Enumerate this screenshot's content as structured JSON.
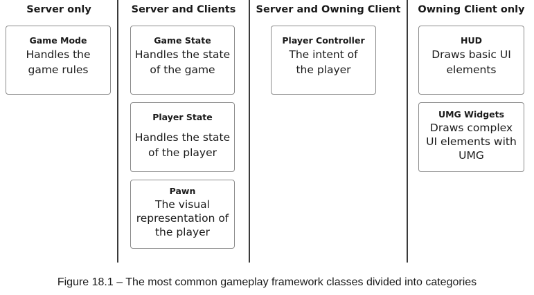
{
  "columns": [
    {
      "header": "Server only",
      "cards": [
        {
          "title": "Game Mode",
          "description": "Handles the\ngame rules"
        }
      ]
    },
    {
      "header": "Server and Clients",
      "cards": [
        {
          "title": "Game State",
          "description": "Handles the state\nof the game"
        },
        {
          "title": "Player State",
          "description": "Handles the state\nof the player"
        },
        {
          "title": "Pawn",
          "description": "The visual\nrepresentation of\nthe player"
        }
      ]
    },
    {
      "header": "Server and Owning Client",
      "cards": [
        {
          "title": "Player Controller",
          "description": "The intent of\nthe player"
        }
      ]
    },
    {
      "header": "Owning Client only",
      "cards": [
        {
          "title": "HUD",
          "description": "Draws basic UI\nelements"
        },
        {
          "title": "UMG Widgets",
          "description": "Draws complex\nUI elements with\nUMG"
        }
      ]
    }
  ],
  "caption": "Figure 18.1 – The most common gameplay framework classes divided into categories"
}
